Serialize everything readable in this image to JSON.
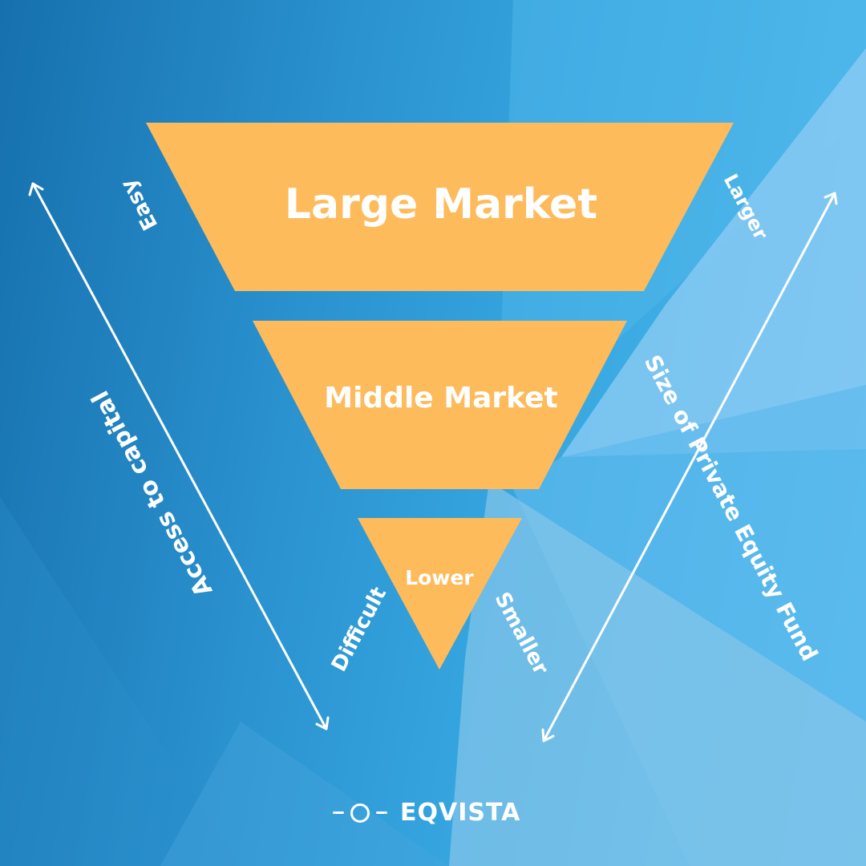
{
  "colors": {
    "background_dark": "#1670ad",
    "background_light": "#5fc2f2",
    "segment_fill": "#fdbb5c",
    "text": "#ffffff"
  },
  "funnel": {
    "segments": [
      {
        "label": "Large Market"
      },
      {
        "label": "Middle Market"
      },
      {
        "label": "Lower"
      }
    ]
  },
  "left_axis": {
    "title": "Access to capital",
    "top_label": "Easy",
    "bottom_label": "Difficult"
  },
  "right_axis": {
    "title": "Size of Private Equity Fund",
    "top_label": "Larger",
    "bottom_label": "Smaller"
  },
  "logo": {
    "icon": "eqvista-ring-icon",
    "name": "EQVISTA"
  }
}
